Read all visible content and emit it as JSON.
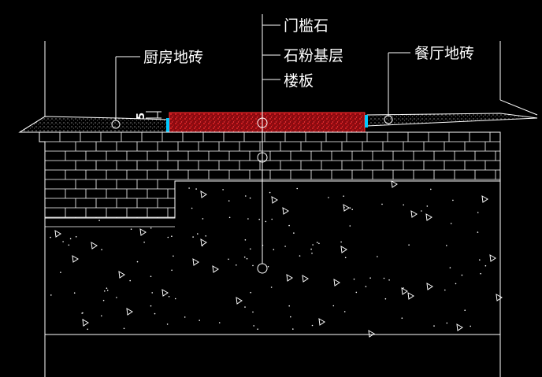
{
  "labels": {
    "threshold_stone": "门槛石",
    "stone_powder_base": "石粉基层",
    "floor_slab": "楼板",
    "kitchen_tile": "厨房地砖",
    "dining_tile": "餐厅地砖"
  },
  "dimension": {
    "value": "5"
  },
  "colors": {
    "background": "#000000",
    "lines": "#ffffff",
    "threshold_fill": "#c0101a",
    "threshold_edge": "#00c8ff"
  }
}
